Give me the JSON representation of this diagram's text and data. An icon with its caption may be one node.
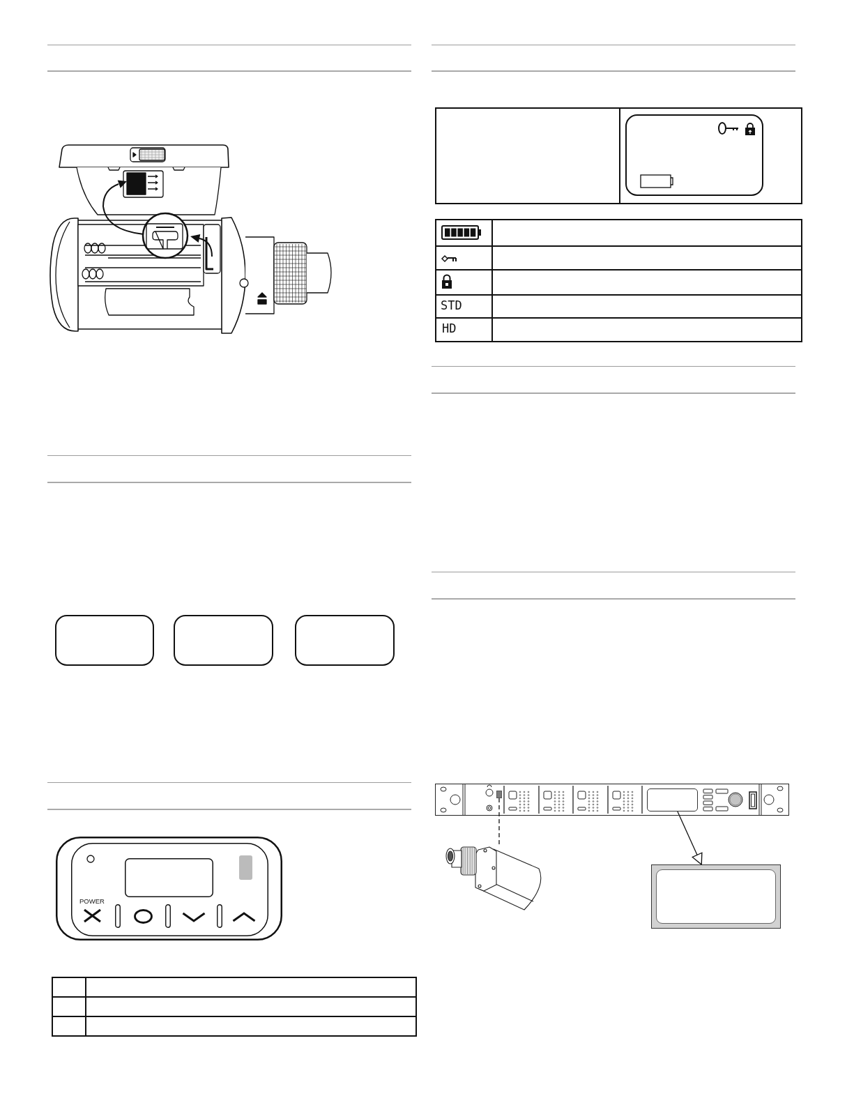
{
  "diagram": {
    "nodes": [
      {
        "text": [],
        "shape": "box"
      },
      {
        "text": [],
        "shape": "box"
      },
      {
        "text": [],
        "shape": "box"
      },
      {
        "text": [],
        "shape": "picture"
      },
      {
        "text": [],
        "shape": "box",
        "in": 3
      },
      {
        "text": [],
        "shape": "box",
        "in": 3
      },
      {
        "text": [],
        "shape": "picture"
      },
      {
        "text": [],
        "shape": "box"
      }
    ],
    "edges": [
      {
        "from": 4,
        "to": 6,
        "arrow": "none",
        "style": "dashed"
      },
      {
        "from": 5,
        "to": 7,
        "arrow": "to"
      }
    ],
    "labels": [
      "POWER",
      "STD",
      "HD"
    ]
  }
}
